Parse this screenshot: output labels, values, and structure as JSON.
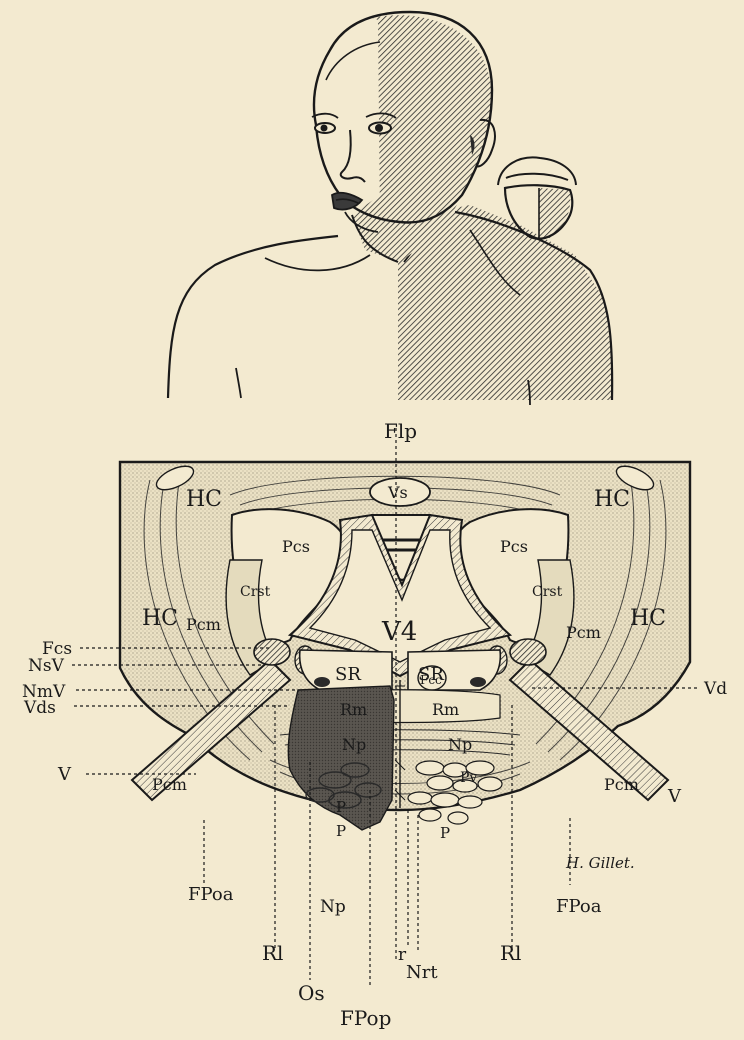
{
  "colors": {
    "paper": "#f3ead0",
    "ink": "#1a1a1a",
    "stipple": "#c9c1a8",
    "dark_lesion": "#5a5650"
  },
  "labels": {
    "flp": "Flp",
    "vs": "Vs",
    "v4": "V4",
    "hc_tl": "HC",
    "hc_tr": "HC",
    "hc_ml": "HC",
    "hc_mr": "HC",
    "pcs_l": "Pcs",
    "pcs_r": "Pcs",
    "crst_l": "Crst",
    "crst_r": "Crst",
    "pcm_ul": "Pcm",
    "pcm_ur": "Pcm",
    "pcm_ll": "Pcm",
    "pcm_lr": "Pcm",
    "fcs": "Fcs",
    "nsv": "NsV",
    "nmv": "NmV",
    "vds": "Vds",
    "v_left": "V",
    "v_right": "V",
    "vd": "Vd",
    "sr_l": "SR",
    "sr_r": "SR",
    "fcc": "Fcc",
    "rm_l": "Rm",
    "rm_r": "Rm",
    "np_l": "Np",
    "np_r": "Np",
    "np_bottom": "Np",
    "pv": "Pv",
    "p_l1": "P",
    "p_l2": "P",
    "p_r": "P",
    "fpoa_l": "FPoa",
    "fpoa_r": "FPoa",
    "rl_l": "Rl",
    "rl_r": "Rl",
    "os": "Os",
    "r": "r",
    "nrt": "Nrt",
    "fpop": "FPop",
    "signature": "H. Gillet."
  }
}
